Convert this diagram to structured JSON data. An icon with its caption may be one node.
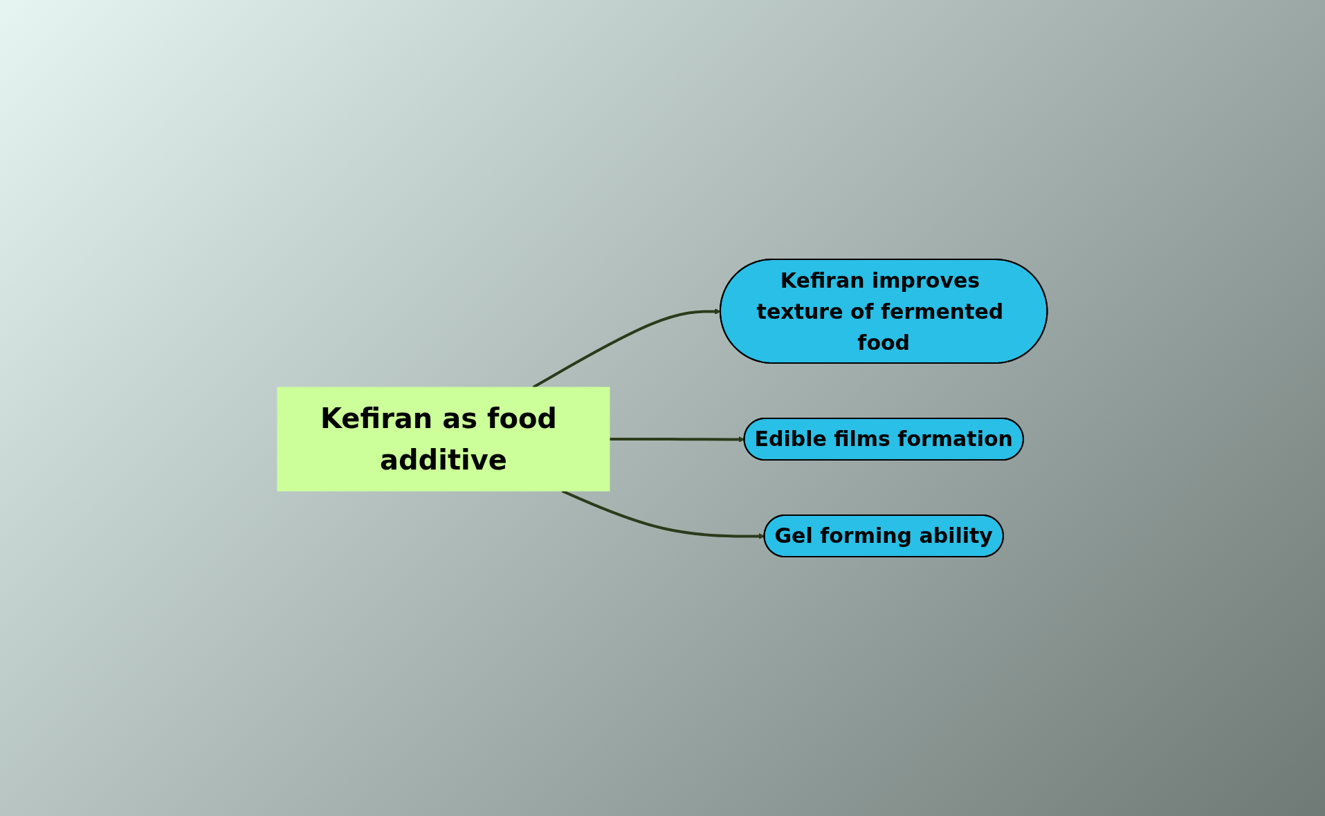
{
  "diagram": {
    "nodes": [
      {
        "text": [
          "Kefiran as food additive"
        ]
      },
      {
        "text": [
          "Kefiran improves texture of fermented food"
        ]
      },
      {
        "text": [
          "Gel forming ability"
        ]
      },
      {
        "text": [
          "Edible films formation"
        ]
      }
    ],
    "edges": [
      {
        "from": 0,
        "to": 1,
        "arrow": "to"
      },
      {
        "from": 0,
        "to": 3,
        "arrow": "to"
      },
      {
        "from": 0,
        "to": 2,
        "arrow": "to"
      }
    ]
  }
}
